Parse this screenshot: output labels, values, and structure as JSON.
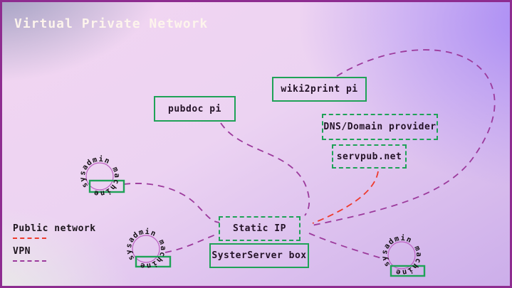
{
  "title": "Virtual Private Network",
  "colors": {
    "green": "#1fa257",
    "purple": "#9c3a9c",
    "red": "#ee3a2c",
    "circle": "#bb5fc0",
    "frame": "#8e2c90"
  },
  "nodes": {
    "pubdoc": {
      "label": "pubdoc pi",
      "border": "solid"
    },
    "wiki2print": {
      "label": "wiki2print pi",
      "border": "solid"
    },
    "dns": {
      "label": "DNS/Domain provider",
      "border": "dashed"
    },
    "servpub": {
      "label": "servpub.net",
      "border": "dashed"
    },
    "static_ip": {
      "label": "Static IP",
      "border": "dashed"
    },
    "systerserver": {
      "label": "SysterServer box",
      "border": "solid"
    }
  },
  "sysadmin_nodes": [
    {
      "label": "sysadmin machine",
      "position": "left"
    },
    {
      "label": "sysadmin machine",
      "position": "bottom-middle"
    },
    {
      "label": "sysadmin machine",
      "position": "bottom-right"
    }
  ],
  "edges": [
    {
      "from": "pubdoc pi",
      "to": "Static IP",
      "type": "VPN"
    },
    {
      "from": "wiki2print pi",
      "to": "Static IP",
      "type": "VPN"
    },
    {
      "from": "servpub.net",
      "to": "Static IP",
      "type": "Public network"
    },
    {
      "from": "sysadmin machine (left)",
      "to": "Static IP",
      "type": "VPN"
    },
    {
      "from": "sysadmin machine (bottom-middle)",
      "to": "Static IP",
      "type": "VPN"
    },
    {
      "from": "Static IP",
      "to": "sysadmin machine (bottom-right)",
      "type": "VPN"
    }
  ],
  "legend": [
    {
      "label": "Public network",
      "line_color": "#ee3a2c"
    },
    {
      "label": "VPN",
      "line_color": "#9c3a9c"
    }
  ]
}
